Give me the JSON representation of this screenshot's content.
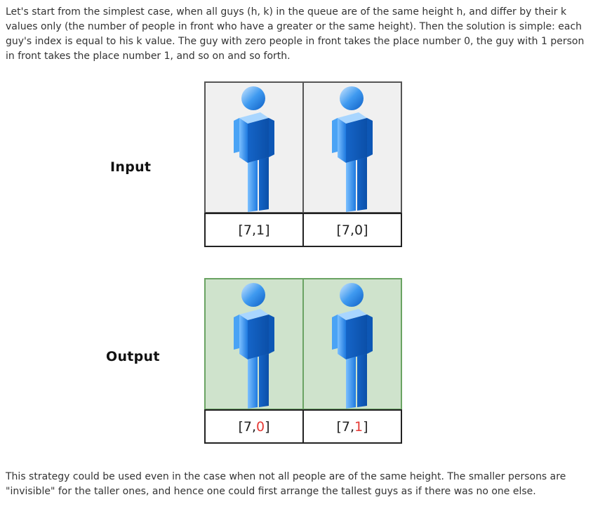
{
  "intro_text": "Let's start from the simplest case, when all guys (h, k) in the queue are of the same height h, and differ by their k values only (the number of people in front who have a greater or the same height). Then the solution is simple: each guy's index is equal to his k value. The guy with zero people in front takes the place number 0, the guy with 1 person in front takes the place number 1, and so on and so forth.",
  "diagram": {
    "input": {
      "label": "Input",
      "cells": [
        {
          "prefix": "[7, ",
          "k": "1",
          "suffix": "]"
        },
        {
          "prefix": "[7, ",
          "k": "0",
          "suffix": "]"
        }
      ]
    },
    "output": {
      "label": "Output",
      "cells": [
        {
          "prefix": "[7, ",
          "k": "0",
          "suffix": "]"
        },
        {
          "prefix": "[7, ",
          "k": "1",
          "suffix": "]"
        }
      ]
    }
  },
  "outro_text": "This strategy could be used even in the case when not all people are of the same height. The smaller persons are \"invisible\" for the taller ones, and hence one could first arrange the tallest guys as if there was no one else.",
  "colors": {
    "person_light": "#9fd0ff",
    "person_mid": "#3f9af0",
    "person_dark": "#0e5fc4",
    "output_bg": "#cfe3cc",
    "highlight": "#e53935"
  }
}
